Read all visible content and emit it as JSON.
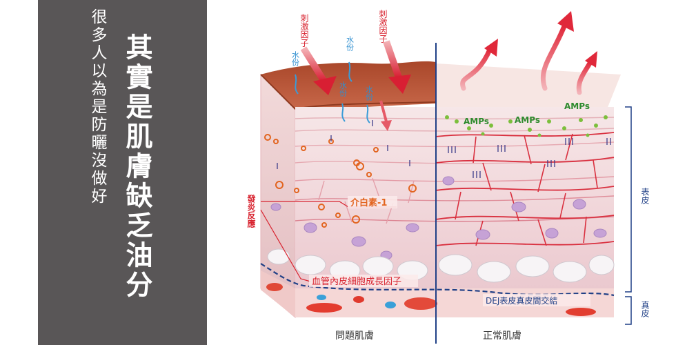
{
  "panel": {
    "subheadline": "很多人以為是防曬沒做好",
    "headline": "其實是肌膚缺乏油分"
  },
  "diagram": {
    "stimulus_labels": [
      "刺激因子",
      "刺激因子"
    ],
    "water_labels": [
      "水份",
      "水份",
      "水份",
      "水份"
    ],
    "amps_labels": [
      "AMPs",
      "AMPs",
      "AMPs"
    ],
    "inflammation_label": "發炎反應",
    "il1_label": "介白素-1",
    "vegf_label": "血管內皮細胞成長因子",
    "dej_label": "DEJ表皮真皮間交結",
    "epidermis_label": "表皮",
    "dermis_label": "真皮",
    "problem_skin_label": "問題肌膚",
    "normal_skin_label": "正常肌膚"
  },
  "colors": {
    "panel_bg": "#595657",
    "arrow_red": "#e0283a",
    "label_red": "#d8232f",
    "water_blue": "#2f8fd0",
    "navy": "#1f3f86",
    "amps_green": "#2e8b2e",
    "crust": "#b5502e"
  }
}
